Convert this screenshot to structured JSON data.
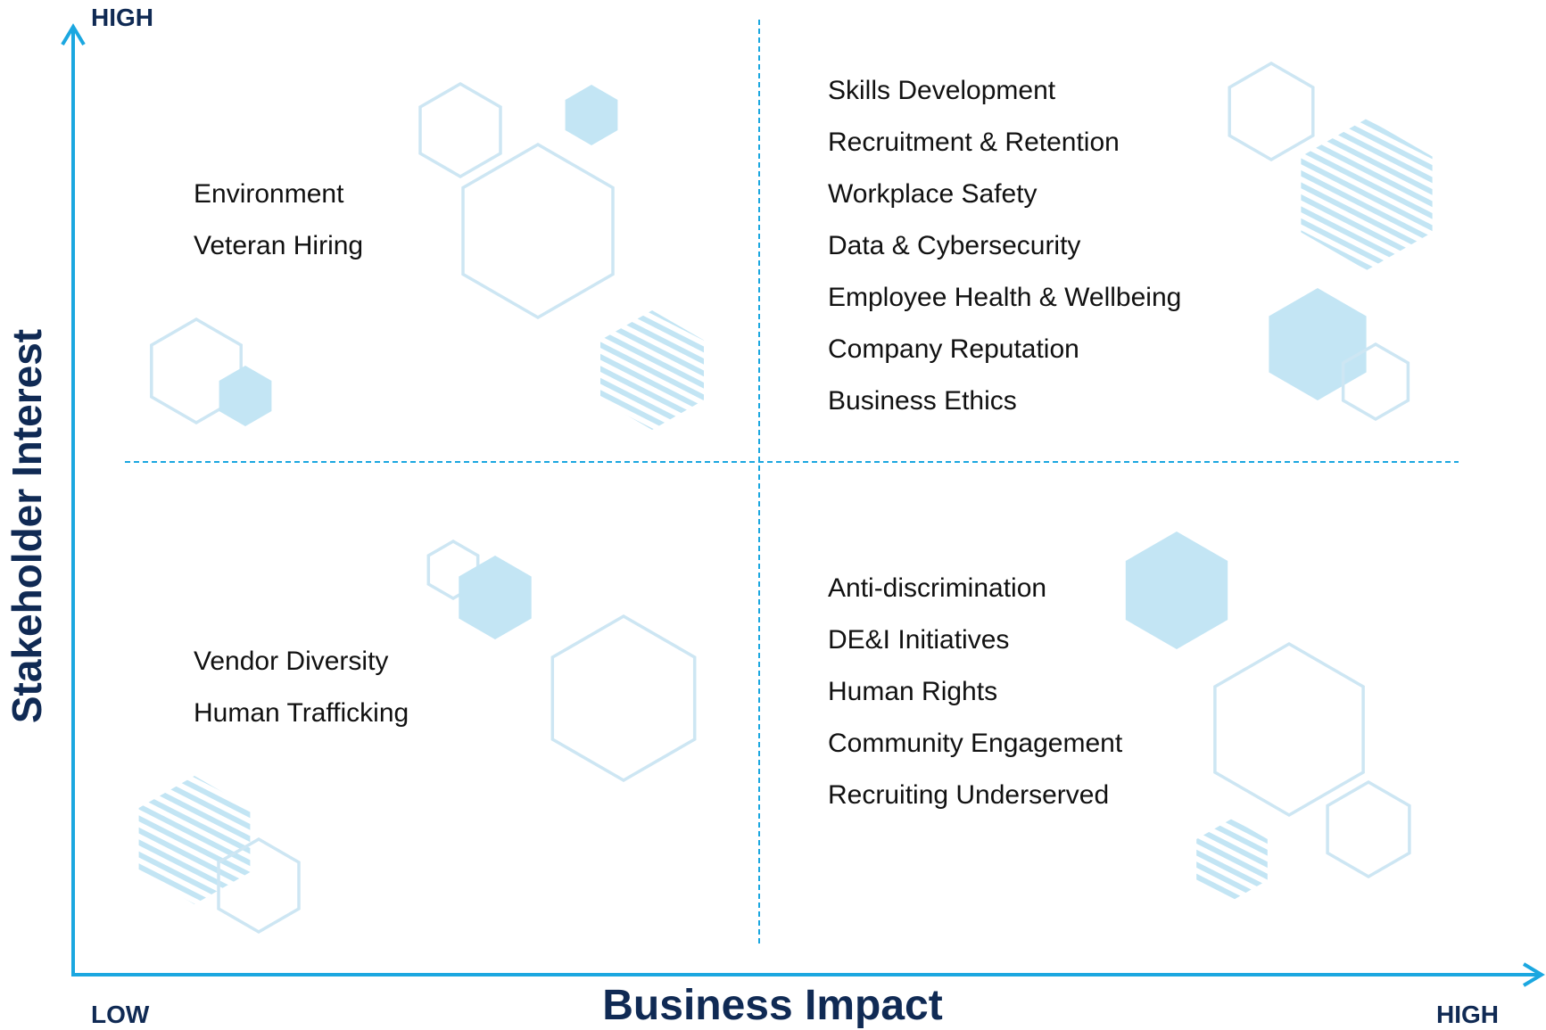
{
  "axes": {
    "y_title": "Stakeholder Interest",
    "x_title": "Business Impact",
    "y_high": "HIGH",
    "x_low": "LOW",
    "x_high": "HIGH"
  },
  "quadrants": {
    "high_interest_low_impact": [
      "Environment",
      "Veteran Hiring"
    ],
    "high_interest_high_impact": [
      "Skills Development",
      "Recruitment & Retention",
      "Workplace Safety",
      "Data & Cybersecurity",
      "Employee Health & Wellbeing",
      "Company Reputation",
      "Business Ethics"
    ],
    "low_interest_low_impact": [
      "Vendor Diversity",
      "Human Trafficking"
    ],
    "low_interest_high_impact": [
      "Anti-discrimination",
      "DE&I Initiatives",
      "Human Rights",
      "Community Engagement",
      "Recruiting Underserved"
    ]
  },
  "colors": {
    "axis": "#1ba7e0",
    "divider": "#1ba7e0",
    "hex_outline": "#cde6f3",
    "hex_fill": "#c3e5f4",
    "label": "#102a54",
    "text": "#111111"
  }
}
